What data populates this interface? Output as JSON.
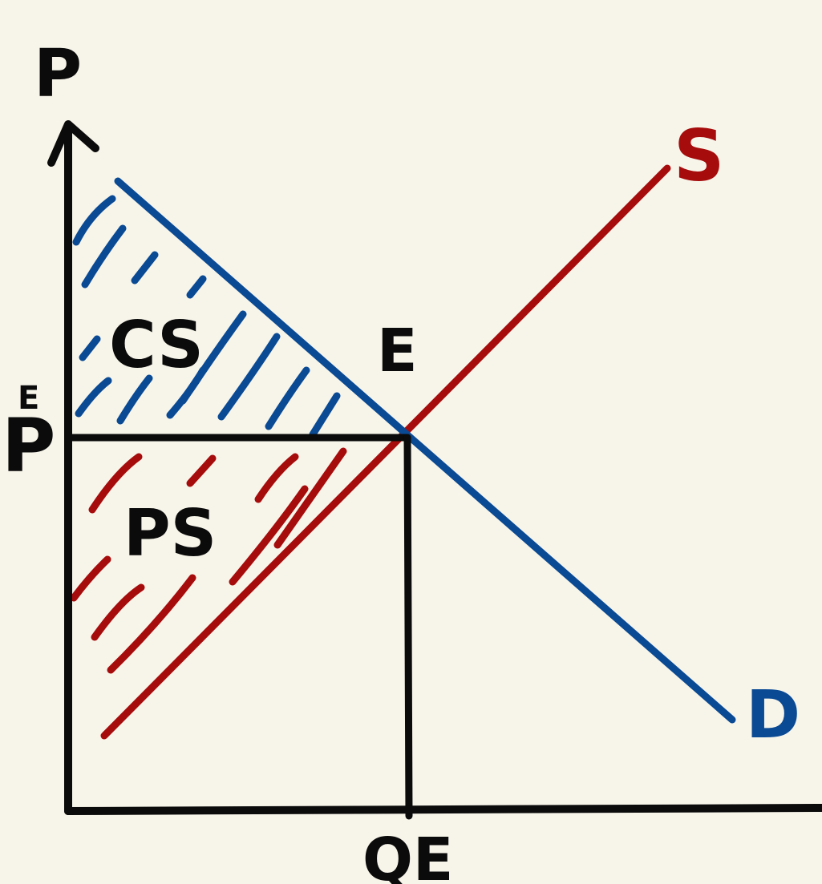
{
  "labels": {
    "price_axis": "P",
    "equilibrium": "E",
    "consumer_surplus": "CS",
    "producer_surplus": "PS",
    "supply": "S",
    "demand": "D",
    "equilibrium_price_base": "P",
    "equilibrium_price_sup": "E",
    "equilibrium_quantity": "QE"
  },
  "colors": {
    "background": "#f7f5ea",
    "axes": "#0b0b0b",
    "supply": "#a60c0c",
    "demand": "#0a4a94",
    "consumer_surplus_hatch": "#0a4a94",
    "producer_surplus_hatch": "#a60c0c"
  }
}
